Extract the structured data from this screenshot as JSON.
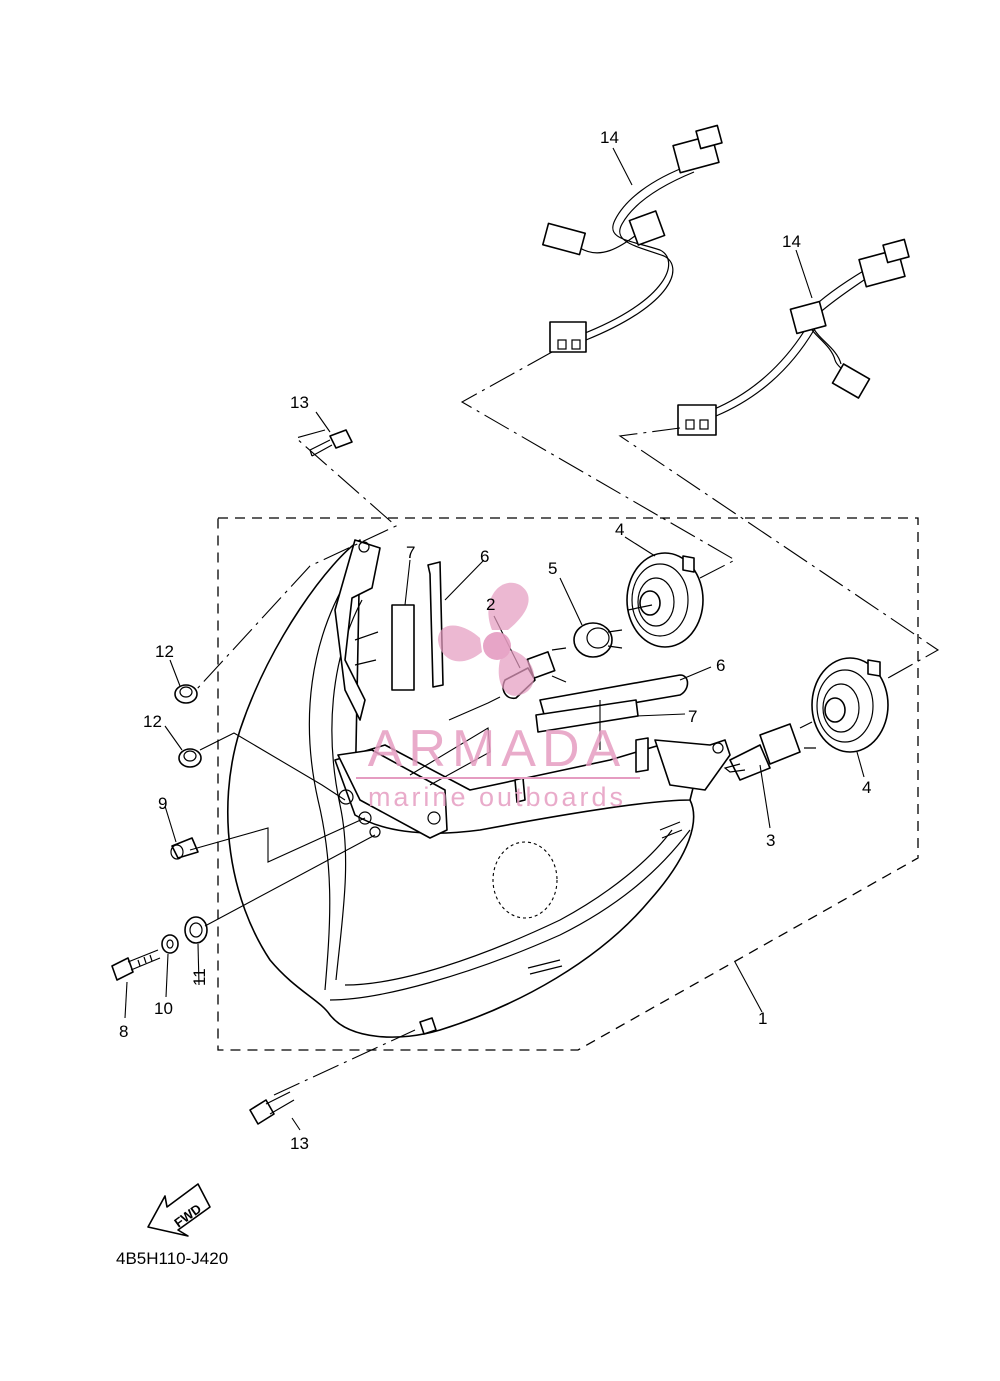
{
  "diagram": {
    "drawing_code": "4B5H110-J420",
    "direction_arrow_label": "FWD",
    "callouts": {
      "c1": "1",
      "c2": "2",
      "c3": "3",
      "c4a": "4",
      "c4b": "4",
      "c5": "5",
      "c6a": "6",
      "c6b": "6",
      "c7a": "7",
      "c7b": "7",
      "c8": "8",
      "c9": "9",
      "c10": "10",
      "c11": "11",
      "c12a": "12",
      "c12b": "12",
      "c13a": "13",
      "c13b": "13",
      "c14a": "14",
      "c14b": "14"
    }
  },
  "watermark": {
    "brand": "ARMADA",
    "tagline": "marine outboards",
    "color": "#e59cc1"
  }
}
